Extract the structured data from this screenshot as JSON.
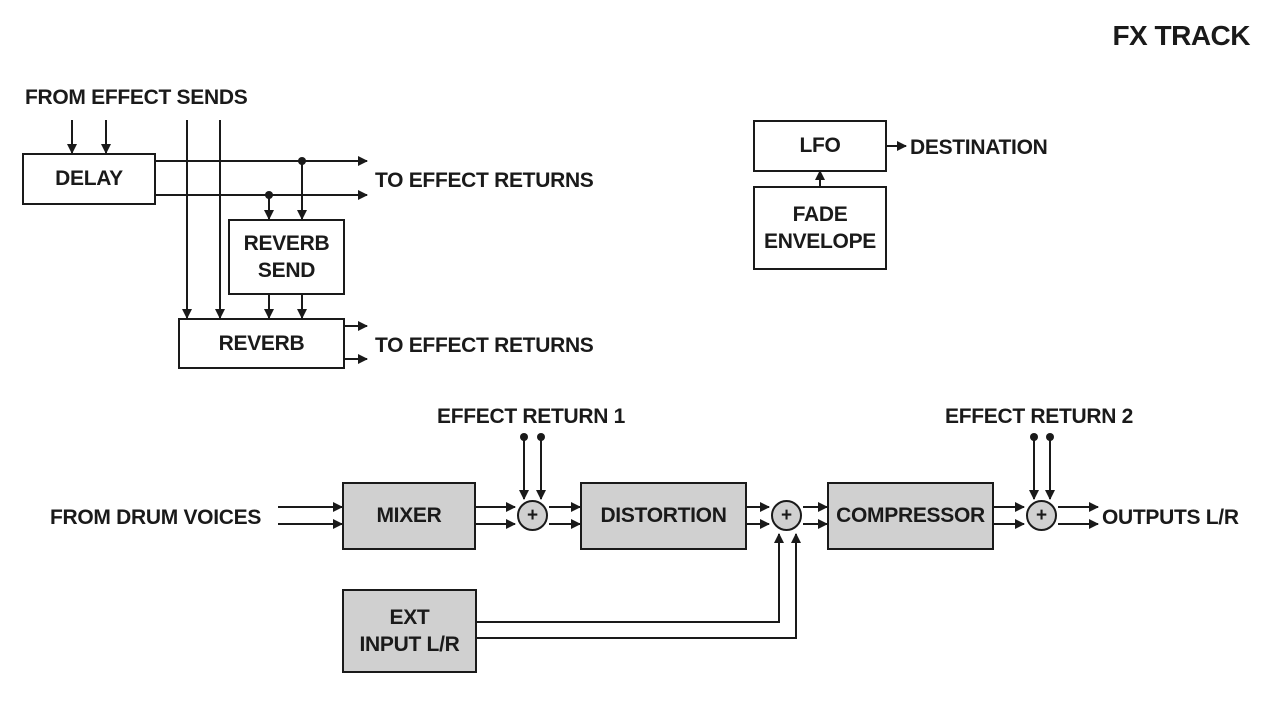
{
  "title": "FX TRACK",
  "labels": {
    "from_effect_sends": "FROM EFFECT SENDS",
    "to_effect_returns_delay": "TO EFFECT RETURNS",
    "to_effect_returns_reverb": "TO EFFECT RETURNS",
    "destination": "DESTINATION",
    "effect_return_1": "EFFECT RETURN 1",
    "effect_return_2": "EFFECT RETURN 2",
    "from_drum_voices": "FROM DRUM VOICES",
    "outputs": "OUTPUTS L/R"
  },
  "blocks": {
    "delay": "DELAY",
    "reverb_send": [
      "REVERB",
      "SEND"
    ],
    "reverb": "REVERB",
    "lfo": "LFO",
    "fade_envelope": [
      "FADE",
      "ENVELOPE"
    ],
    "mixer": "MIXER",
    "distortion": "DISTORTION",
    "compressor": "COMPRESSOR",
    "ext_input": [
      "EXT",
      "INPUT L/R"
    ]
  },
  "summing_symbol": "+",
  "colors": {
    "line": "#1a1a1a",
    "block_fill_grey": "#d0d0d0",
    "block_fill_white": "#ffffff"
  }
}
